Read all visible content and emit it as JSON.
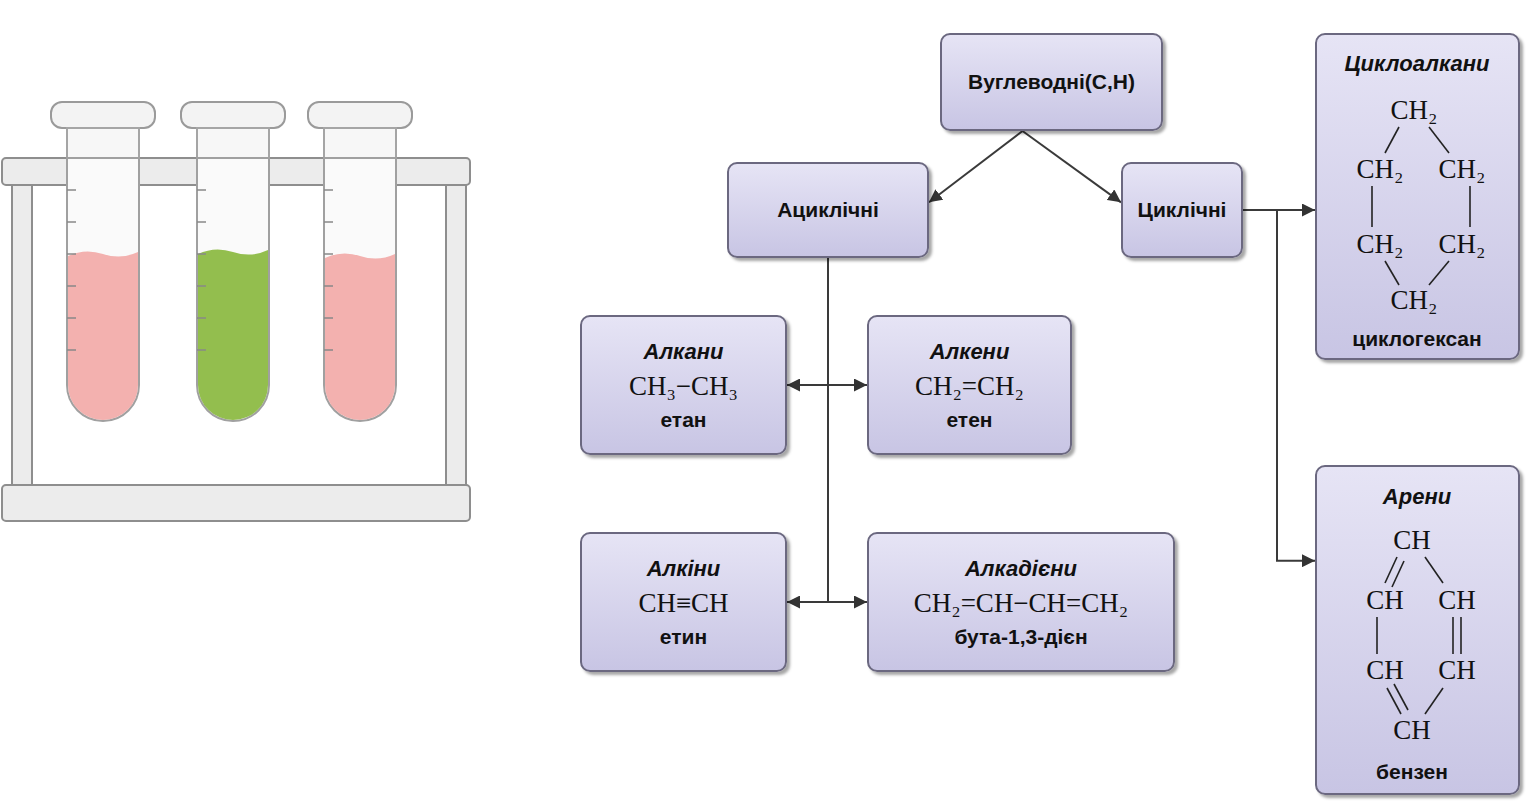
{
  "diagram": {
    "nodes": [
      {
        "text": [
          "Вуглеводні(C,H)"
        ]
      },
      {
        "text": [
          "Ациклічні"
        ]
      },
      {
        "text": [
          "Циклічні"
        ]
      },
      {
        "text": [
          "Циклоалкани",
          "CH₂",
          "CH₂",
          "CH₂",
          "CH₂",
          "CH₂",
          "CH₂",
          "циклогексан"
        ]
      },
      {
        "text": [
          "Алкани",
          "CH₃−CH₃",
          "етан"
        ]
      },
      {
        "text": [
          "Алкени",
          "CH₂=CH₂",
          "етен"
        ]
      },
      {
        "text": [
          "Алкіни",
          "CH≡CH",
          "етин"
        ]
      },
      {
        "text": [
          "Алкадієни",
          "CH₂=CH−CH=CH₂",
          "бута-1,3-дієн"
        ]
      },
      {
        "text": [
          "Арени",
          "CH",
          "CH",
          "CH",
          "CH",
          "CH",
          "CH",
          "бензен"
        ]
      }
    ],
    "edges": [
      {
        "from": 0,
        "to": 1,
        "arrow": "to"
      },
      {
        "from": 0,
        "to": 2,
        "arrow": "to"
      },
      {
        "from": 2,
        "to": 3,
        "arrow": "to"
      },
      {
        "from": 2,
        "to": 8,
        "arrow": "to"
      },
      {
        "from": 1,
        "to": 4,
        "arrow": "to"
      },
      {
        "from": 1,
        "to": 5,
        "arrow": "to"
      },
      {
        "from": 1,
        "to": 6,
        "arrow": "to"
      },
      {
        "from": 1,
        "to": 7,
        "arrow": "to"
      }
    ]
  }
}
